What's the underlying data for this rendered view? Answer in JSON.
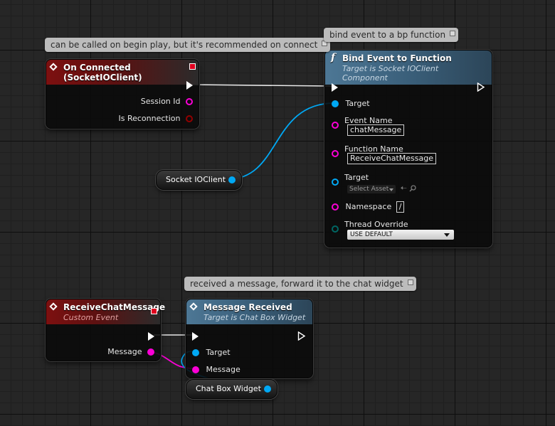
{
  "comments": {
    "on_connected": "can be called on begin play, but it's recommended on connect",
    "bind_event": "bind event to a bp function",
    "received_message": "received a message, forward it to the chat widget"
  },
  "on_connected_node": {
    "title": "On Connected (SocketIOClient)",
    "pins": {
      "session_id": "Session Id",
      "is_reconnection": "Is Reconnection"
    }
  },
  "bind_node": {
    "title": "Bind Event to Function",
    "subtitle": "Target is Socket IOClient Component",
    "pins": {
      "target": "Target",
      "event_name": "Event Name",
      "event_name_value": "chatMessage",
      "function_name": "Function Name",
      "function_name_value": "ReceiveChatMessage",
      "target2": "Target",
      "target2_value": "Select Asset",
      "namespace": "Namespace",
      "namespace_value": "/",
      "thread_override": "Thread Override",
      "thread_override_value": "USE DEFAULT"
    }
  },
  "socket_var": {
    "label": "Socket IOClient"
  },
  "receive_node": {
    "title": "ReceiveChatMessage",
    "subtitle": "Custom Event",
    "pins": {
      "message": "Message"
    }
  },
  "message_node": {
    "title": "Message Received",
    "subtitle": "Target is Chat Box Widget",
    "pins": {
      "target": "Target",
      "message": "Message"
    }
  },
  "chatbox_var": {
    "label": "Chat Box Widget"
  },
  "colors": {
    "object_pin": "#00a8f4",
    "string_pin": "#fb00d6",
    "bool_pin": "#930000",
    "enum_pin": "#006764",
    "event_header": "#7d1010",
    "function_header": "#4d7795"
  },
  "icons": {
    "event": "event-diamond-icon",
    "function": "function-f-icon",
    "delegate": "delegate-square-icon",
    "exec": "exec-arrow-icon",
    "browse": "browse-arrow-icon",
    "search": "search-icon"
  }
}
